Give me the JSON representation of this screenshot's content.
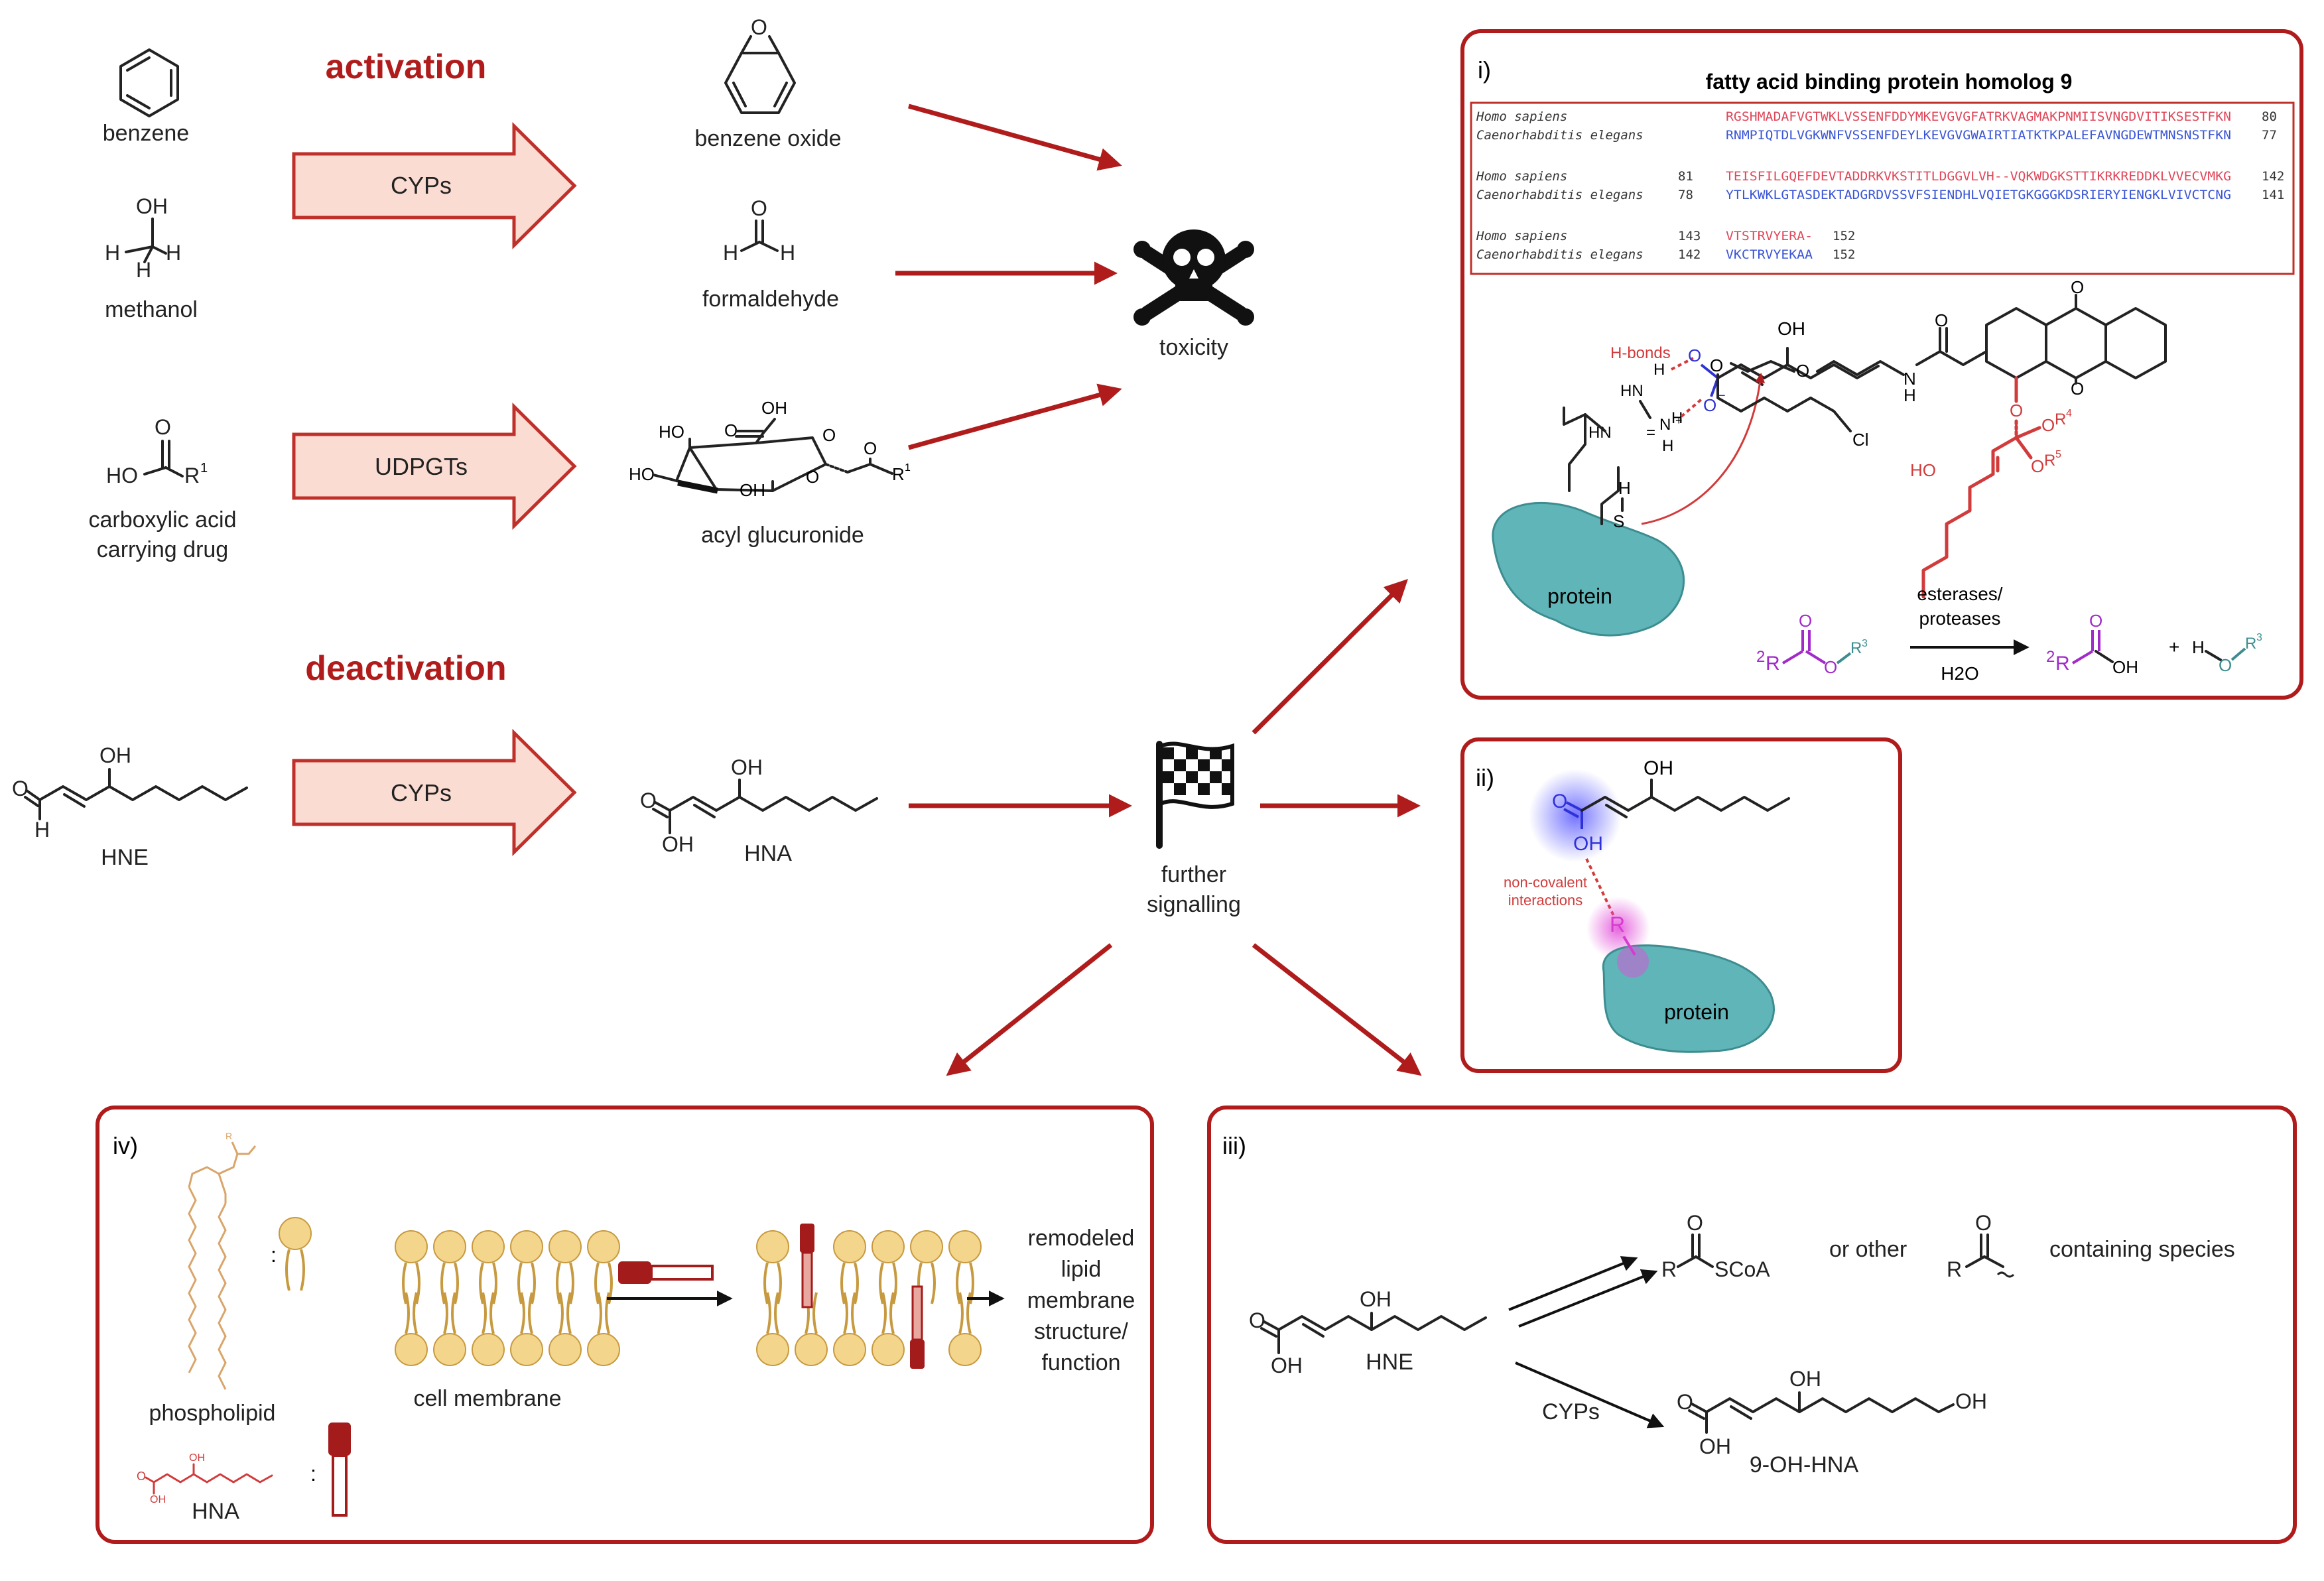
{
  "colors": {
    "dark_red": "#b01c1c",
    "arrow_fill": "#fbdcd2",
    "protein_teal": "#5fb5b8",
    "human_seq": "#e0475a",
    "worm_seq": "#3a55d6",
    "purple": "#a22ac9",
    "membrane": "#f3d58c"
  },
  "headings": {
    "activation": "activation",
    "deactivation": "deactivation"
  },
  "molecules": {
    "benzene": "benzene",
    "methanol": "methanol",
    "carboxylic_drug_line1": "carboxylic acid",
    "carboxylic_drug_line2": "carrying drug",
    "hne": "HNE",
    "benzene_oxide": "benzene oxide",
    "formaldehyde": "formaldehyde",
    "acyl_glucuronide": "acyl glucuronide",
    "hna": "HNA"
  },
  "enzymes": {
    "cyps_1": "CYPs",
    "udpgts": "UDPGTs",
    "cyps_2": "CYPs"
  },
  "outcomes": {
    "toxicity": "toxicity",
    "further_line1": "further",
    "further_line2": "signalling"
  },
  "panel_i": {
    "label": "i)",
    "title": "fatty acid binding protein homolog 9",
    "alignment": [
      {
        "species": "Homo sapiens",
        "start": "",
        "seq": "RGSHMADAFVGTWKLVSSENFDDYMKEVGVGFATRKVAGMAKPNMIISVNGDVITIKSESTFKN",
        "end": "80"
      },
      {
        "species": "Caenorhabditis elegans",
        "start": "",
        "seq": "RNMPIQTDLVGKWNFVSSENFDEYLKEVGVGWAIRTIATKTKPALEFAVNGDEWTMNSNSTFKN",
        "end": "77"
      },
      {
        "species": "Homo sapiens",
        "start": "81",
        "seq": "TEISFILGQEFDEVTADDRKVKSTITLDGGVLVH--VQKWDGKSTTIKRKREDDKLVVECVMKG",
        "end": "142"
      },
      {
        "species": "Caenorhabditis elegans",
        "start": "78",
        "seq": "YTLKWKLGTASDEKTADGRDVSSVFSIENDHLVQIETGKGGGKDSRIERYIENGKLVIVCTCNG",
        "end": "141"
      },
      {
        "species": "Homo sapiens",
        "start": "143",
        "seq": "VTSTRVYERA-",
        "end": "152"
      },
      {
        "species": "Caenorhabditis elegans",
        "start": "142",
        "seq": "VKCTRVYEKAA",
        "end": "152"
      }
    ],
    "hbonds": "H-bonds",
    "protein": "protein",
    "esterases_line1": "esterases/",
    "esterases_line2": "proteases",
    "water": "H2O"
  },
  "panel_ii": {
    "label": "ii)",
    "noncovalent_line1": "non-covalent",
    "noncovalent_line2": "interactions",
    "protein": "protein",
    "r_group": "R"
  },
  "panel_iii": {
    "label": "iii)",
    "hne": "HNE",
    "or_other": "or other",
    "containing": "containing species",
    "cyps": "CYPs",
    "product": "9-OH-HNA",
    "scoa": "SCoA"
  },
  "panel_iv": {
    "label": "iv)",
    "phospholipid": "phospholipid",
    "hna": "HNA",
    "cell_membrane": "cell membrane",
    "remodeled": [
      "remodeled",
      "lipid",
      "membrane",
      "structure/",
      "function"
    ]
  }
}
